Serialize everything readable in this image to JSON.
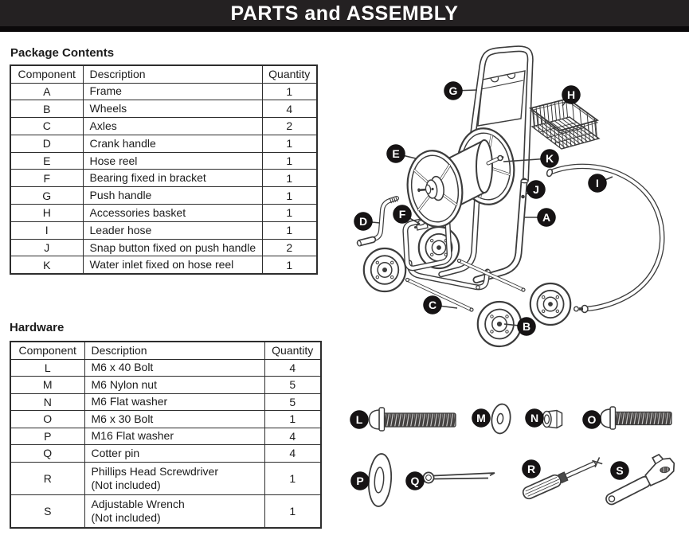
{
  "banner": {
    "title": "PARTS and ASSEMBLY"
  },
  "package_contents": {
    "heading": "Package Contents",
    "columns": [
      "Component",
      "Description",
      "Quantity"
    ],
    "rows": [
      {
        "component": "A",
        "description": "Frame",
        "quantity": "1"
      },
      {
        "component": "B",
        "description": "Wheels",
        "quantity": "4"
      },
      {
        "component": "C",
        "description": "Axles",
        "quantity": "2"
      },
      {
        "component": "D",
        "description": "Crank handle",
        "quantity": "1"
      },
      {
        "component": "E",
        "description": "Hose reel",
        "quantity": "1"
      },
      {
        "component": "F",
        "description": "Bearing fixed in bracket",
        "quantity": "1"
      },
      {
        "component": "G",
        "description": "Push handle",
        "quantity": "1"
      },
      {
        "component": "H",
        "description": "Accessories basket",
        "quantity": "1"
      },
      {
        "component": "I",
        "description": "Leader hose",
        "quantity": "1"
      },
      {
        "component": "J",
        "description": "Snap button fixed on push handle",
        "quantity": "2"
      },
      {
        "component": "K",
        "description": "Water inlet fixed on hose reel",
        "quantity": "1"
      }
    ]
  },
  "hardware": {
    "heading": "Hardware",
    "columns": [
      "Component",
      "Description",
      "Quantity"
    ],
    "rows": [
      {
        "component": "L",
        "description": "M6 x 40 Bolt",
        "quantity": "4"
      },
      {
        "component": "M",
        "description": "M6 Nylon nut",
        "quantity": "5"
      },
      {
        "component": "N",
        "description": "M6 Flat washer",
        "quantity": "5"
      },
      {
        "component": "O",
        "description": "M6 x 30 Bolt",
        "quantity": "1"
      },
      {
        "component": "P",
        "description": "M16 Flat washer",
        "quantity": "4"
      },
      {
        "component": "Q",
        "description": "Cotter pin",
        "quantity": "4"
      },
      {
        "component": "R",
        "description": "Phillips Head Screwdriver\n(Not included)",
        "quantity": "1"
      },
      {
        "component": "S",
        "description": "Adjustable Wrench\n(Not included)",
        "quantity": "1"
      }
    ]
  },
  "diagram": {
    "cart_callouts": [
      "A",
      "B",
      "C",
      "D",
      "E",
      "F",
      "G",
      "H",
      "I",
      "J",
      "K"
    ],
    "hardware_callouts": [
      "L",
      "M",
      "N",
      "O",
      "P",
      "Q",
      "R",
      "S"
    ]
  },
  "colors": {
    "banner_bg": "#242122",
    "banner_text": "#ffffff",
    "line_art": "#3c3c3c",
    "table_border": "#2d2d2d"
  }
}
